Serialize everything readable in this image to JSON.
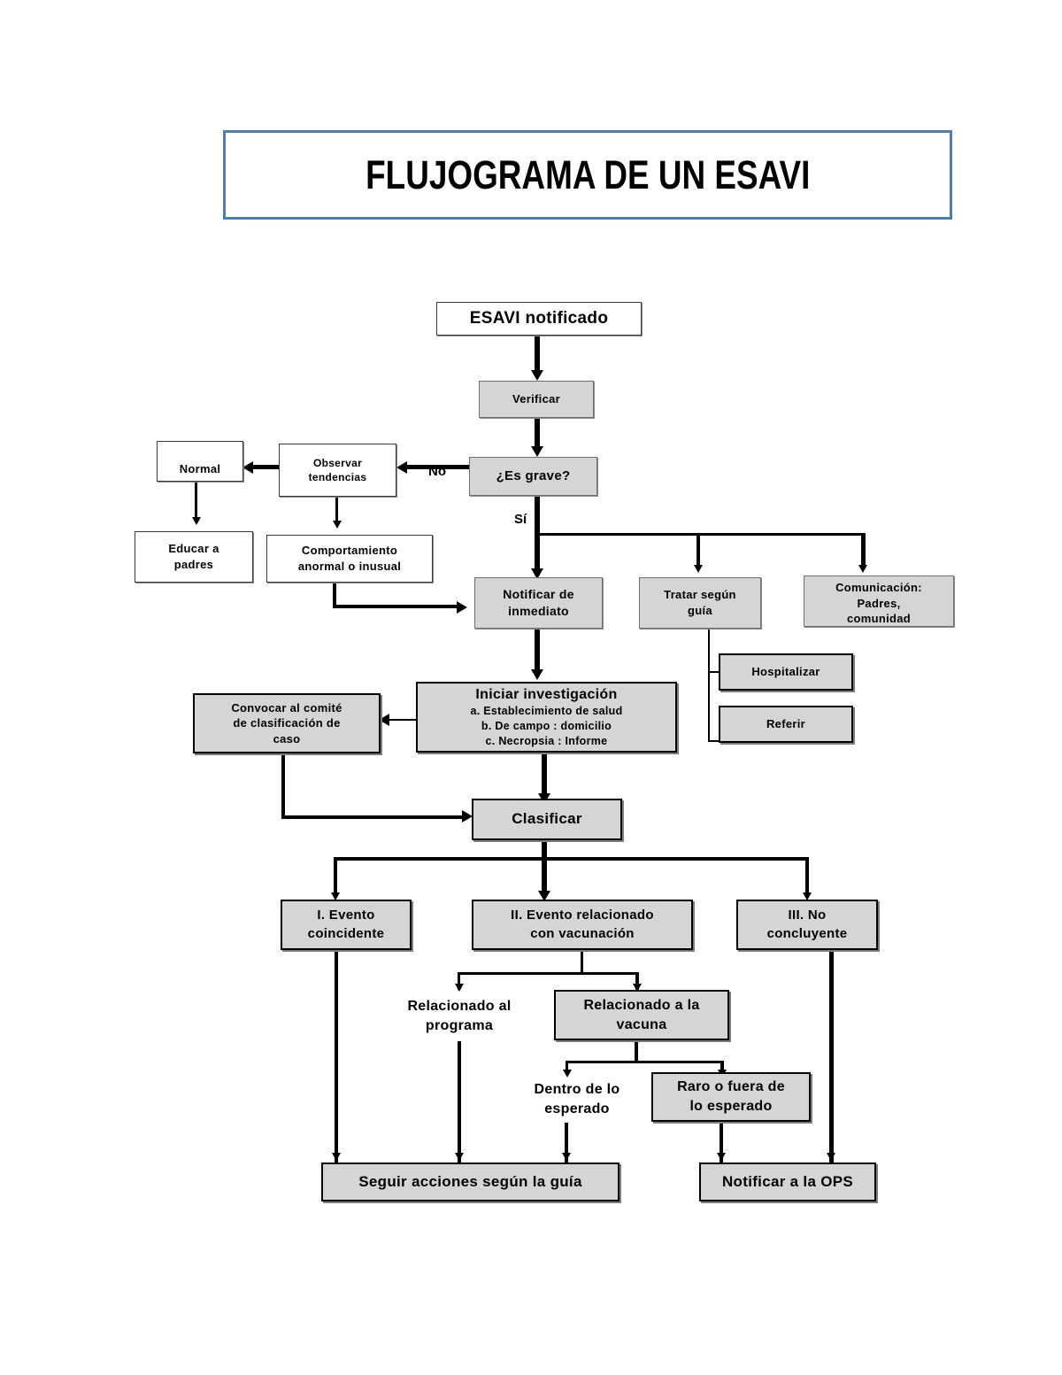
{
  "page": {
    "title": "FLUJOGRAMA DE UN ESAVI",
    "title_border_color": "#4a7ebb",
    "gray_fill": "#d5d5d5",
    "white_fill": "#ffffff",
    "line_color": "#000000"
  },
  "nodes": {
    "esavi_notificado": "ESAVI notificado",
    "verificar": "Verificar",
    "es_grave": "¿Es grave?",
    "observar_tendencias": "Observar\ntendencias",
    "normal": "Normal",
    "educar_padres": "Educar a\npadres",
    "comportamiento_anormal": "Comportamiento\nanormal o inusual",
    "notificar_inmediato": "Notificar de\ninmediato",
    "tratar_segun_guia": "Tratar según\nguía",
    "comunicacion": "Comunicación:\nPadres,\ncomunidad",
    "hospitalizar": "Hospitalizar",
    "referir": "Referir",
    "iniciar_investigacion_title": "Iniciar investigación",
    "iniciar_investigacion_a": "a. Establecimiento de salud",
    "iniciar_investigacion_b": "b. De campo : domicilio",
    "iniciar_investigacion_c": "c. Necropsia : Informe",
    "convocar_comite": "Convocar al comité\nde clasificación de\ncaso",
    "clasificar": "Clasificar",
    "evento_coincidente": "I. Evento\ncoincidente",
    "evento_relacionado_vacunacion": "II. Evento relacionado\ncon vacunación",
    "no_concluyente": "III. No\nconcluyente",
    "relacionado_programa": "Relacionado al\nprograma",
    "relacionado_vacuna": "Relacionado a la\nvacuna",
    "dentro_esperado": "Dentro de lo\nesperado",
    "raro_fuera_esperado": "Raro o fuera de\nlo esperado",
    "seguir_acciones": "Seguir acciones según la guía",
    "notificar_ops": "Notificar a la OPS"
  },
  "edge_labels": {
    "no": "No",
    "si": "Sí"
  },
  "chart_data": {
    "type": "flowchart",
    "title": "FLUJOGRAMA DE UN ESAVI",
    "nodes": [
      {
        "id": "esavi_notificado",
        "label": "ESAVI notificado",
        "style": "white"
      },
      {
        "id": "verificar",
        "label": "Verificar",
        "style": "gray"
      },
      {
        "id": "es_grave",
        "label": "¿Es grave?",
        "style": "gray"
      },
      {
        "id": "observar_tendencias",
        "label": "Observar tendencias",
        "style": "white"
      },
      {
        "id": "normal",
        "label": "Normal",
        "style": "white"
      },
      {
        "id": "educar_padres",
        "label": "Educar a padres",
        "style": "white"
      },
      {
        "id": "comportamiento_anormal",
        "label": "Comportamiento anormal o inusual",
        "style": "white"
      },
      {
        "id": "notificar_inmediato",
        "label": "Notificar de inmediato",
        "style": "gray"
      },
      {
        "id": "tratar_segun_guia",
        "label": "Tratar según guía",
        "style": "gray"
      },
      {
        "id": "comunicacion",
        "label": "Comunicación: Padres, comunidad",
        "style": "gray"
      },
      {
        "id": "hospitalizar",
        "label": "Hospitalizar",
        "style": "gray"
      },
      {
        "id": "referir",
        "label": "Referir",
        "style": "gray"
      },
      {
        "id": "iniciar_investigacion",
        "label": "Iniciar investigación / a. Establecimiento de salud / b. De campo : domicilio / c. Necropsia : Informe",
        "style": "gray"
      },
      {
        "id": "convocar_comite",
        "label": "Convocar al comité de clasificación de caso",
        "style": "gray"
      },
      {
        "id": "clasificar",
        "label": "Clasificar",
        "style": "gray"
      },
      {
        "id": "evento_coincidente",
        "label": "I. Evento coincidente",
        "style": "gray"
      },
      {
        "id": "evento_relacionado_vacunacion",
        "label": "II. Evento relacionado con vacunación",
        "style": "gray"
      },
      {
        "id": "no_concluyente",
        "label": "III. No concluyente",
        "style": "gray"
      },
      {
        "id": "relacionado_programa",
        "label": "Relacionado al programa",
        "style": "plain"
      },
      {
        "id": "relacionado_vacuna",
        "label": "Relacionado a la vacuna",
        "style": "gray"
      },
      {
        "id": "dentro_esperado",
        "label": "Dentro de lo esperado",
        "style": "plain"
      },
      {
        "id": "raro_fuera_esperado",
        "label": "Raro o fuera de lo esperado",
        "style": "gray"
      },
      {
        "id": "seguir_acciones",
        "label": "Seguir acciones según la guía",
        "style": "gray"
      },
      {
        "id": "notificar_ops",
        "label": "Notificar a la OPS",
        "style": "gray"
      }
    ],
    "edges": [
      {
        "from": "esavi_notificado",
        "to": "verificar",
        "label": ""
      },
      {
        "from": "verificar",
        "to": "es_grave",
        "label": ""
      },
      {
        "from": "es_grave",
        "to": "observar_tendencias",
        "label": "No"
      },
      {
        "from": "observar_tendencias",
        "to": "normal",
        "label": ""
      },
      {
        "from": "normal",
        "to": "educar_padres",
        "label": ""
      },
      {
        "from": "observar_tendencias",
        "to": "comportamiento_anormal",
        "label": ""
      },
      {
        "from": "comportamiento_anormal",
        "to": "notificar_inmediato",
        "label": ""
      },
      {
        "from": "es_grave",
        "to": "notificar_inmediato",
        "label": "Sí"
      },
      {
        "from": "es_grave",
        "to": "tratar_segun_guia",
        "label": "Sí"
      },
      {
        "from": "es_grave",
        "to": "comunicacion",
        "label": "Sí"
      },
      {
        "from": "tratar_segun_guia",
        "to": "hospitalizar",
        "label": ""
      },
      {
        "from": "tratar_segun_guia",
        "to": "referir",
        "label": ""
      },
      {
        "from": "notificar_inmediato",
        "to": "iniciar_investigacion",
        "label": ""
      },
      {
        "from": "iniciar_investigacion",
        "to": "convocar_comite",
        "label": ""
      },
      {
        "from": "iniciar_investigacion",
        "to": "clasificar",
        "label": ""
      },
      {
        "from": "convocar_comite",
        "to": "clasificar",
        "label": ""
      },
      {
        "from": "clasificar",
        "to": "evento_coincidente",
        "label": ""
      },
      {
        "from": "clasificar",
        "to": "evento_relacionado_vacunacion",
        "label": ""
      },
      {
        "from": "clasificar",
        "to": "no_concluyente",
        "label": ""
      },
      {
        "from": "evento_relacionado_vacunacion",
        "to": "relacionado_programa",
        "label": ""
      },
      {
        "from": "evento_relacionado_vacunacion",
        "to": "relacionado_vacuna",
        "label": ""
      },
      {
        "from": "relacionado_vacuna",
        "to": "dentro_esperado",
        "label": ""
      },
      {
        "from": "relacionado_vacuna",
        "to": "raro_fuera_esperado",
        "label": ""
      },
      {
        "from": "evento_coincidente",
        "to": "seguir_acciones",
        "label": ""
      },
      {
        "from": "relacionado_programa",
        "to": "seguir_acciones",
        "label": ""
      },
      {
        "from": "dentro_esperado",
        "to": "seguir_acciones",
        "label": ""
      },
      {
        "from": "raro_fuera_esperado",
        "to": "notificar_ops",
        "label": ""
      },
      {
        "from": "no_concluyente",
        "to": "notificar_ops",
        "label": ""
      }
    ]
  }
}
